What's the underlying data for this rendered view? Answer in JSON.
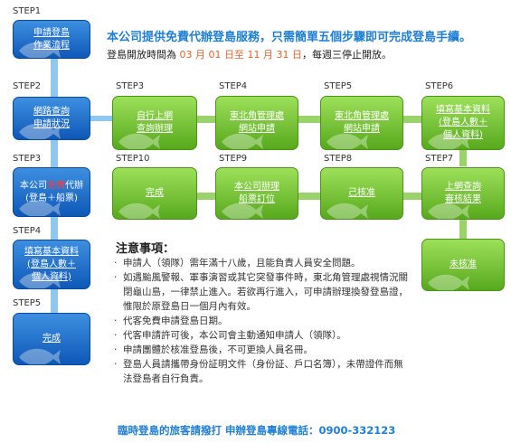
{
  "left_column": [
    {
      "step": "STEP1",
      "lines": [
        "申請登島",
        "作業流程"
      ]
    },
    {
      "step": "STEP2",
      "lines": [
        "網路查詢",
        "申請狀況"
      ]
    },
    {
      "step": "STEP3",
      "lines": [
        "本公司",
        "免費",
        "代辦",
        "(登島＋船票)"
      ]
    },
    {
      "step": "STEP4",
      "lines": [
        "填寫基本資料",
        "(登島人數＋",
        "個人資料)"
      ]
    },
    {
      "step": "STEP5",
      "lines": [
        "完成"
      ]
    }
  ],
  "row1": [
    {
      "step": "STEP3",
      "lines": [
        "自行上網",
        "查詢辦理"
      ]
    },
    {
      "step": "STEP4",
      "lines": [
        "東北角管理處",
        "網站申請"
      ]
    },
    {
      "step": "STEP5",
      "lines": [
        "東北角管理處",
        "網站申請"
      ]
    },
    {
      "step": "STEP6",
      "lines": [
        "填寫基本資料",
        "(登島人數＋",
        "個人資料)"
      ]
    }
  ],
  "row2": [
    {
      "step": "STEP10",
      "lines": [
        "完成"
      ]
    },
    {
      "step": "STEP9",
      "lines": [
        "本公司辦理",
        "船票訂位"
      ]
    },
    {
      "step": "STEP8",
      "lines": [
        "己核准"
      ]
    },
    {
      "step": "STEP7",
      "lines": [
        "上網查詢",
        "審核結果"
      ]
    }
  ],
  "extra_box": {
    "lines": [
      "未核准"
    ]
  },
  "intro": "本公司提供免費代辦登島服務，只需簡單五個步驟即可完成登島手續。",
  "hours": {
    "prefix": "登島開放時間為",
    "date_range": "03 月 01 日至 11 月 31 日",
    "suffix": "，每週三停止開放。"
  },
  "notes": {
    "title": "注意事項：",
    "items": [
      "申請人（領隊）需年滿十八歲，且能負責人員安全問題。",
      "如遇颱風警報、軍事演習或其它突發事件時，東北角管理處視情況關閉龜山島，一律禁止進入。若欲再行進入，可申請辦理換發登島證，惟限於原登島日一個月內有效。",
      "代客免費申請登島日期。",
      "代客申請許可後，本公司會主動通知申請人（領隊）。",
      "申請團體於核准登島後，不可更換人員名冊。",
      "登島人員請攜帶身份証明文件（身份証、戶口名簿），未帶證件而無法登島者自行負責。"
    ]
  },
  "footer": "臨時登島的旅客請撥打 申辦登島專線電話：0900-332123",
  "colors": {
    "blue_box": "#1a6fd0",
    "green_box": "#6cbd2a",
    "accent_text": "#1e7fd6",
    "date": "#e8622a",
    "free": "#ff3b3b"
  }
}
